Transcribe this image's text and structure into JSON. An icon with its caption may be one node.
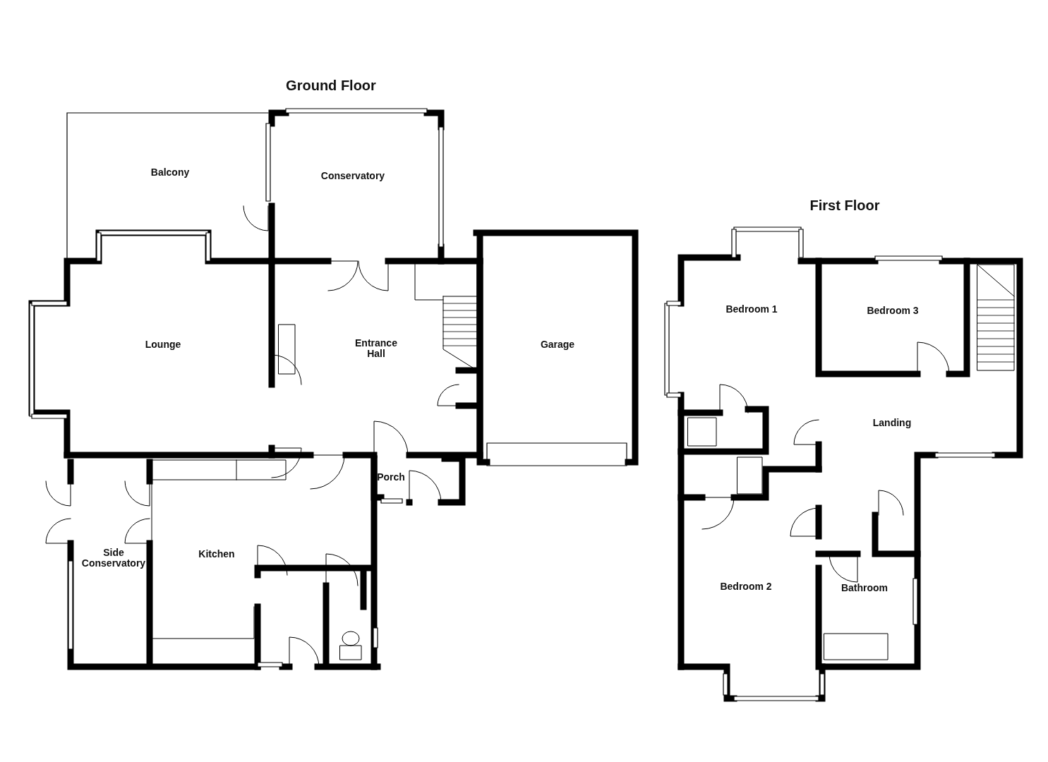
{
  "diagram": {
    "labels": [
      "Ground Floor",
      "Balcony",
      "Conservatory",
      "First Floor",
      "Bedroom 1",
      "Bedroom 3",
      "Lounge",
      "Entrance Hall",
      "Garage",
      "Landing",
      "Porch",
      "Kitchen",
      "Side Conservatory",
      "Bedroom 2",
      "Bathroom"
    ]
  }
}
